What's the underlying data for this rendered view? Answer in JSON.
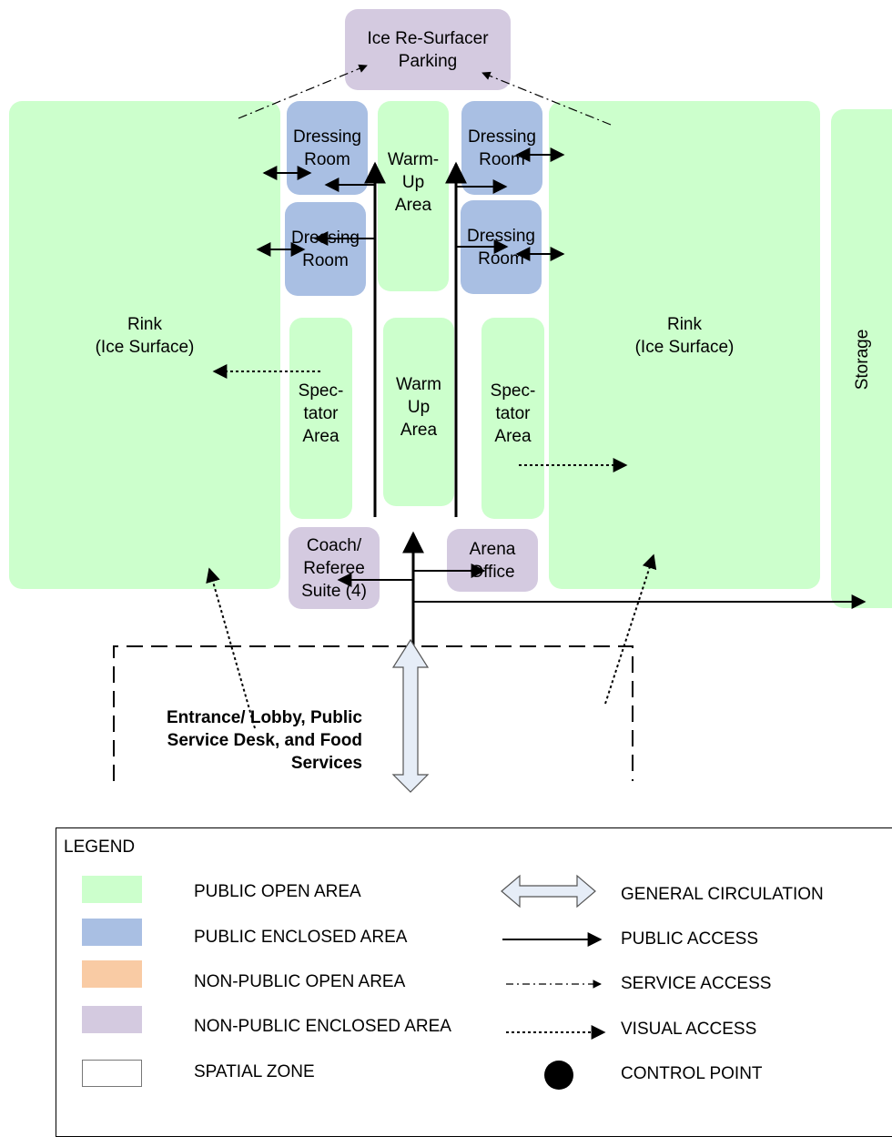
{
  "areas": {
    "ice_resurfacer_parking": "Ice Re-Surfacer\nParking",
    "rink_left": "Rink\n(Ice Surface)",
    "rink_right": "Rink\n(Ice Surface)",
    "storage": "Storage",
    "dressing_room": "Dressing\nRoom",
    "warm_up_top": "Warm-\nUp\nArea",
    "warm_up_mid": "Warm\nUp\nArea",
    "spectator": "Spec-\ntator\nArea",
    "coach_referee": "Coach/\nReferee\nSuite (4)",
    "arena_office": "Arena\nOffice",
    "lobby": "Entrance/ Lobby, Public\nService Desk, and Food\nServices"
  },
  "legend": {
    "title": "LEGEND",
    "zones": [
      {
        "label": "PUBLIC OPEN AREA",
        "color": "#ccffcc"
      },
      {
        "label": "PUBLIC ENCLOSED AREA",
        "color": "#a9bfe3"
      },
      {
        "label": "NON-PUBLIC OPEN AREA",
        "color": "#f9cba4"
      },
      {
        "label": "NON-PUBLIC  ENCLOSED AREA",
        "color": "#d4cae0"
      },
      {
        "label": "SPATIAL ZONE",
        "color": "#ffffff"
      }
    ],
    "access": [
      {
        "label": "GENERAL CIRCULATION",
        "icon": "double-arrow-icon"
      },
      {
        "label": "PUBLIC ACCESS",
        "icon": "solid-arrow-icon"
      },
      {
        "label": "SERVICE ACCESS",
        "icon": "dash-dot-arrow-icon"
      },
      {
        "label": "VISUAL ACCESS",
        "icon": "dotted-arrow-icon"
      },
      {
        "label": "CONTROL POINT",
        "icon": "filled-circle-icon"
      }
    ]
  }
}
